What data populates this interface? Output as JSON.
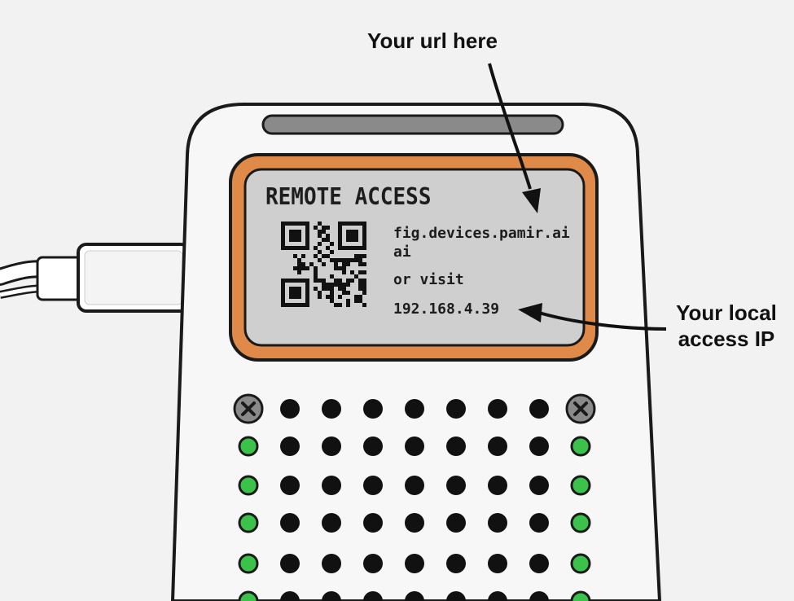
{
  "annotations": {
    "url_label": "Your url here",
    "ip_label_line1": "Your local",
    "ip_label_line2": "access IP"
  },
  "screen": {
    "title": "REMOTE ACCESS",
    "url_line1": "fig.devices.pamir.ai",
    "url_line2": "ai",
    "or_visit": "or visit",
    "local_ip": "192.168.4.39"
  },
  "colors": {
    "background": "#f2f2f2",
    "device_body": "#f7f7f7",
    "outline": "#1a1a1a",
    "bezel_orange": "#e08a4a",
    "screen_gray": "#cfcfcf",
    "dot_black": "#111111",
    "dot_green": "#3cc24b",
    "screw_gray": "#8a8a8a"
  },
  "icons": {
    "qr": "qr-code-icon",
    "screw": "screw-icon",
    "cable": "usb-cable"
  }
}
